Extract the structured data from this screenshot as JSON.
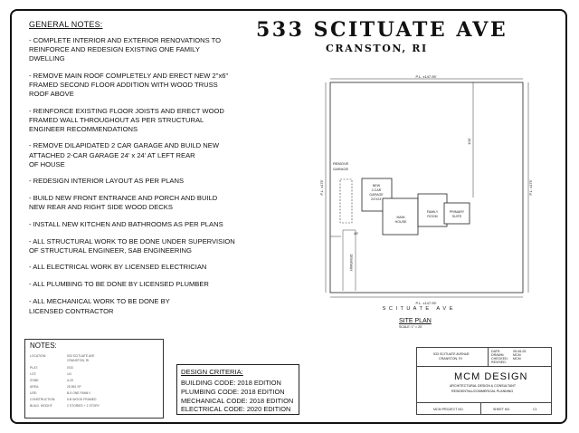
{
  "notes": {
    "title": "GENERAL NOTES:",
    "items": [
      "- COMPLETE INTERIOR AND EXTERIOR RENOVATIONS TO\nREINFORCE AND REDESIGN EXISTING ONE FAMILY\nDWELLING",
      "- REMOVE MAIN ROOF COMPLETELY AND ERECT NEW 2\"x6\"\nFRAMED SECOND FLOOR ADDITION WITH WOOD TRUSS\nROOF ABOVE",
      "- REINFORCE EXISTING FLOOR JOISTS AND ERECT WOOD\nFRAMED WALL THROUGHOUT AS PER STRUCTURAL\nENGINEER RECOMMENDATIONS",
      "- REMOVE DILAPIDATED 2 CAR GARAGE AND BUILD NEW\nATTACHED 2-CAR GARAGE 24' x 24' AT LEFT REAR\nOF HOUSE",
      "- REDESIGN INTERIOR LAYOUT AS PER PLANS",
      "- BUILD NEW FRONT ENTRANCE AND PORCH AND BUILD\nNEW REAR AND RIGHT SIDE WOOD DECKS",
      "- INSTALL NEW KITCHEN AND BATHROOMS AS PER PLANS",
      "- ALL STRUCTURAL WORK TO BE DONE UNDER SUPERVISION\nOF STRUCTURAL ENGINEER, SAB ENGINEERING",
      "- ALL ELECTRICAL WORK BY LICENSED ELECTRICIAN",
      "- ALL PLUMBING TO BE DONE BY LICENSED PLUMBER",
      "- ALL MECHANICAL WORK TO BE DONE BY\nLICENSED CONTRACTOR"
    ]
  },
  "header": {
    "address": "533 SCITUATE AVE",
    "city": "CRANSTON, RI"
  },
  "site_plan": {
    "pl_top": "P.L. ±147.95'",
    "pl_bottom": "P.L. ±147.95'",
    "pl_left": "P.L. ±175'",
    "pl_right": "P.L. ±175'",
    "depth": "100'",
    "setback": "40'",
    "remove_garage": "REMOVE\nGARAGE",
    "new_garage": "NEW\n2-CAR\nGARAGE\n24'X24'",
    "main_house": "MAIN\nHOUSE",
    "family_room": "FAMILY\nROOM",
    "primary_suite": "PRIMARY\nSUITE",
    "driveway": "DRIVEWAY",
    "street": "S C I T U A T E   A V E",
    "label": "SITE PLAN",
    "scale": "SCALE: 1\" = 20'"
  },
  "notes_box": {
    "title": "NOTES:",
    "rows": [
      {
        "label": "LOCATION:",
        "value": "533 SCITUATE AVE\nCRANSTON, RI"
      },
      {
        "label": "PLAT:",
        "value": "0/33"
      },
      {
        "label": "LOT:",
        "value": "1/4"
      },
      {
        "label": "ZONE:",
        "value": "A-20"
      },
      {
        "label": "AREA:",
        "value": "25,961 SF"
      },
      {
        "label": "USE:",
        "value": "B-5 ONE FAMILY"
      },
      {
        "label": "CONSTRUCTION:",
        "value": "5-B WOOD FRAMED"
      },
      {
        "label": "BUILD. HEIGHT:",
        "value": "2 STORIES + 1 STORY"
      }
    ]
  },
  "criteria": {
    "title": "DESIGN CRITERIA:",
    "lines": [
      "BUILDING CODE: 2018 EDITION",
      "PLUMBING CODE: 2018 EDITION",
      "MECHANICAL CODE: 2018 EDITION",
      "ELECTRICAL CODE: 2020 EDITION"
    ]
  },
  "title_block": {
    "address_line1": "533 SCITUATE AVENUE",
    "address_line2": "CRANSTON, RI",
    "date_label": "DATE:",
    "date_value": "05-06-25",
    "drawn_label": "DRAWN:",
    "drawn_value": "MCM",
    "checked_label": "CHECKED:",
    "checked_value": "MCM",
    "revised_label": "REVISED:",
    "firm": "MCM DESIGN",
    "firm_sub1": "ARCHITECTURAL DESIGN & CONSULTANT",
    "firm_sub2": "RESIDENTIAL/COMMERCIAL PLANNING",
    "project_no_label": "MCM PROJECT NO.",
    "sheet_no_label": "SHEET NO.",
    "sheet_no_value": "C1"
  }
}
